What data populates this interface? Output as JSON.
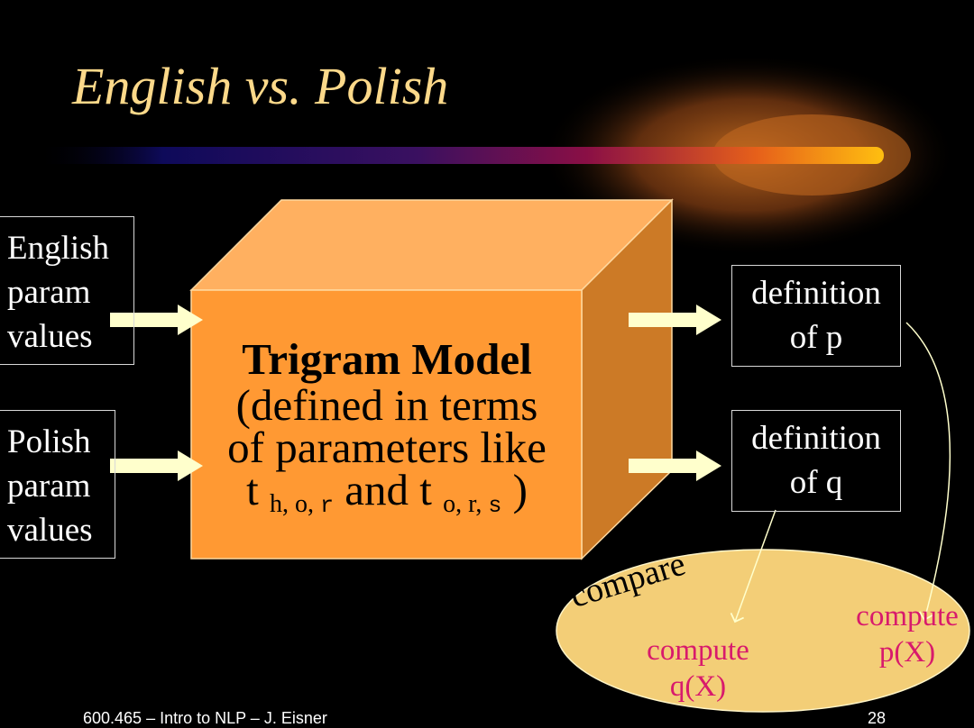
{
  "title": "English vs. Polish",
  "inputs": {
    "english": [
      "English",
      "param",
      "values"
    ],
    "polish": [
      "Polish",
      "param",
      "values"
    ]
  },
  "model": {
    "title": "Trigram Model",
    "line1": "(defined in terms",
    "line2": "of parameters like",
    "param1_base": "t",
    "param1_sub_serif": "h, o,",
    "param1_sub_mono": "r",
    "connector": "and t",
    "param2_sub_serif": "o, r,",
    "param2_sub_mono": "s",
    "closing": ")"
  },
  "outputs": {
    "p": [
      "definition",
      "of p"
    ],
    "q": [
      "definition",
      "of q"
    ]
  },
  "compare": {
    "label": "compare",
    "q": [
      "compute",
      "q(X)"
    ],
    "p": [
      "compute",
      "p(X)"
    ]
  },
  "footer": {
    "course": "600.465 – Intro to NLP – J. Eisner",
    "page": "28"
  },
  "colors": {
    "background": "#000000",
    "title": "#fcd98a",
    "cube_front": "#ff9933",
    "cube_top": "#ffb060",
    "cube_side": "#cc7a26",
    "arrow": "#ffffcc",
    "ellipse": "#f3ce77",
    "compute_text": "#d81a6c"
  }
}
